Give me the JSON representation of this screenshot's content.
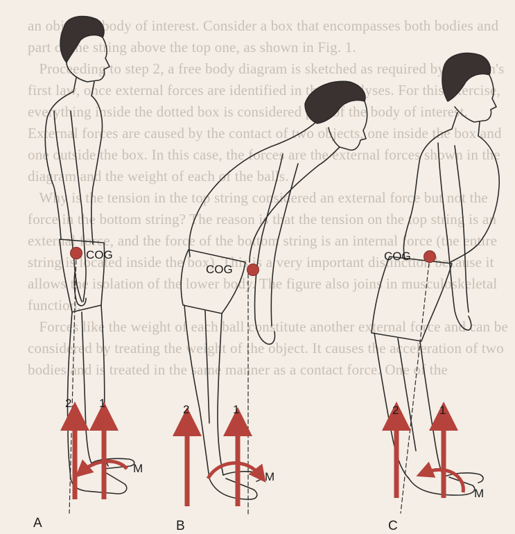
{
  "background_text": "an object or body of interest. Consider a box that encompasses both bodies and part of the string above the top one, as shown in Fig. 1.\n   Proceeding to step 2, a free body diagram is sketched as required by Newton's first law, once external forces are identified in these analyses. For this exercise, everything inside the dotted box is considered part of the body of interest. External forces are caused by the contact of two objects, one inside the box and one outside the box. In this case, the forces are the external forces shown in the diagram and the weight of each of the balls.\n   Why is the tension in the top string considered an external force but not the force in the bottom string? The reason is that the tension on the top string is an external force, and the force of the bottom string is an internal force (the entire string is located inside the box). This is a very important distinction because it allows the isolation of the lower body. The figure also joins in musculoskeletal function.\n   Forces like the weight of each ball constitute another external force and can be considered by treating the weight of the object. It causes the acceleration of two bodies and is treated in the same manner as a contact force. One of the",
  "figures": [
    {
      "letter": "A",
      "cog_label": "COG",
      "arrow_labels": [
        "2",
        "1"
      ],
      "moment_label": "M"
    },
    {
      "letter": "B",
      "cog_label": "COG",
      "arrow_labels": [
        "2",
        "1"
      ],
      "moment_label": "M"
    },
    {
      "letter": "C",
      "cog_label": "COG",
      "arrow_labels": [
        "2",
        "1"
      ],
      "moment_label": "M"
    }
  ],
  "colors": {
    "arrow": "#b5433c",
    "cog_dot": "#b5433c",
    "outline": "#2a2a2a",
    "background": "#f4eee6"
  }
}
